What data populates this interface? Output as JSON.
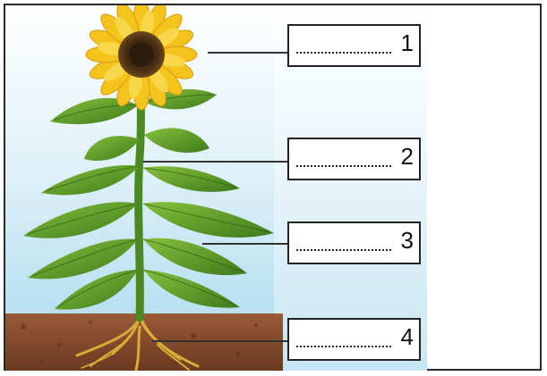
{
  "labels": [
    {
      "number": "1",
      "part": "flower"
    },
    {
      "number": "2",
      "part": "stem"
    },
    {
      "number": "3",
      "part": "leaf"
    },
    {
      "number": "4",
      "part": "root"
    }
  ],
  "colors": {
    "sky": "#bfe3f3",
    "petal": "#f2c21a",
    "center": "#4a2d14",
    "leaf": "#5c9a2a",
    "stem": "#4f8a22",
    "soil": "#8a4f2e",
    "root": "#d7a93a"
  }
}
